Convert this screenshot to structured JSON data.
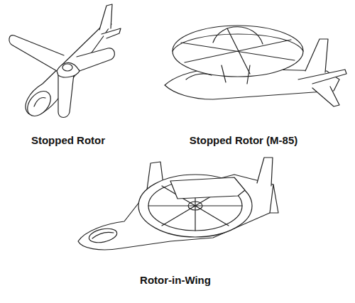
{
  "diagram": {
    "labels": [
      "Stopped Rotor",
      "Stopped Rotor (M-85)",
      "Rotor-in-Wing"
    ]
  }
}
